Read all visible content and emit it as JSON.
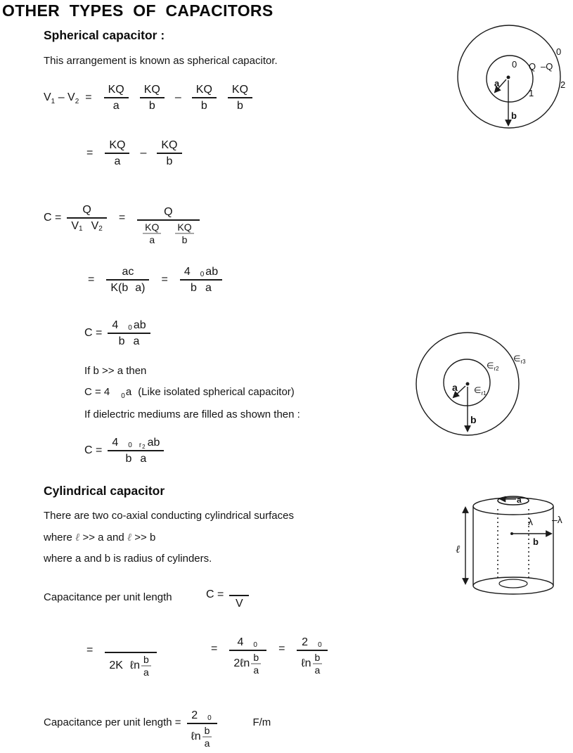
{
  "title": "OTHER TYPES OF CAPACITORS",
  "colors": {
    "text": "#111111",
    "fraction_bar": "#1a1a1a",
    "nested_fraction_bar": "#a8a8a8",
    "background": "#ffffff"
  },
  "spherical": {
    "heading": "Spherical capacitor :",
    "intro": "This arrangement is known as spherical capacitor.",
    "f1": {
      "v1": "V",
      "s1": "1",
      "minus": "–",
      "v2": "V",
      "s2": "2",
      "eq": "=",
      "fr": [
        {
          "n": "KQ",
          "d": "a"
        },
        {
          "n": "KQ",
          "d": "b"
        },
        {
          "n": "KQ",
          "d": "b"
        },
        {
          "n": "KQ",
          "d": "b"
        }
      ],
      "op": "–"
    },
    "f2": {
      "eq": "=",
      "fr1": {
        "n": "KQ",
        "d": "a"
      },
      "op": "–",
      "fr2": {
        "n": "KQ",
        "d": "b"
      }
    },
    "f3": {
      "lhs": "C =",
      "num1": "Q",
      "dv1": "V",
      "ds1": "1",
      "dv2": "V",
      "ds2": "2",
      "eq": "=",
      "num2": "Q",
      "m1": {
        "n": "KQ",
        "d": "a"
      },
      "m2": {
        "n": "KQ",
        "d": "b"
      }
    },
    "f4": {
      "eq1": "=",
      "num1": "ac",
      "den1a": "K(b",
      "den1b": "a)",
      "eq2": "=",
      "n4": "4",
      "n0": "0",
      "nab": "ab",
      "db": "b",
      "da": "a"
    },
    "f5": {
      "lhs": "C =",
      "n4": "4",
      "n0": "0",
      "nab": "ab",
      "db": "b",
      "da": "a"
    },
    "cond1": "If b >> a then",
    "iso": {
      "pre": "C = 4",
      "sub": "0",
      "post1": "a",
      "post2": "(Like isolated spherical capacitor)"
    },
    "cond2": "If dielectric mediums are filled as shown then :",
    "f6": {
      "lhs": "C =",
      "n4": "4",
      "n0": "0",
      "nr": "r",
      "nr2": "2",
      "nab": "ab",
      "db": "b",
      "da": "a"
    }
  },
  "cylindrical": {
    "heading": "Cylindrical capacitor",
    "line1": "There are two co-axial conducting cylindrical surfaces",
    "line2": {
      "w1": "where",
      "l1": "ℓ",
      "m": ">> a and",
      "l2": "ℓ",
      "e": ">> b"
    },
    "line3": "where a and b is radius of cylinders.",
    "cap_label": "Capacitance per unit length",
    "f7": {
      "lhs": "C =",
      "den": "V"
    },
    "f8": {
      "eq": "=",
      "d1": "2K",
      "d2": "ℓn",
      "mb": "b",
      "ma": "a"
    },
    "f9": {
      "eq1": "=",
      "a_n1": "4",
      "a_n0": "0",
      "a_d": "2ℓn",
      "a_mb": "b",
      "a_ma": "a",
      "eq2": "=",
      "b_n1": "2",
      "b_n0": "0",
      "b_d": "ℓn",
      "b_mb": "b",
      "b_ma": "a"
    },
    "f10": {
      "label": "Capacitance per unit length =",
      "n1": "2",
      "n0": "0",
      "d": "ℓn",
      "mb": "b",
      "ma": "a",
      "unit": "F/m"
    }
  },
  "diagram_spherical": {
    "labels": {
      "zero_inner": "0",
      "q": "Q",
      "neg_q": "–Q",
      "zero_outer": "0",
      "surface2": "2",
      "surface1": "1",
      "radius_a": "a",
      "radius_b": "b"
    }
  },
  "diagram_dielectric": {
    "labels": {
      "eps_sym": "∈",
      "eps_r1": "r1",
      "eps_r2": "r2",
      "eps_r3": "r3",
      "radius_a": "a",
      "radius_b": "b"
    }
  },
  "diagram_cylinder": {
    "labels": {
      "radius_a": "a",
      "lambda": "λ",
      "neg_lambda": "–λ",
      "radius_b": "b",
      "length": "ℓ"
    }
  }
}
